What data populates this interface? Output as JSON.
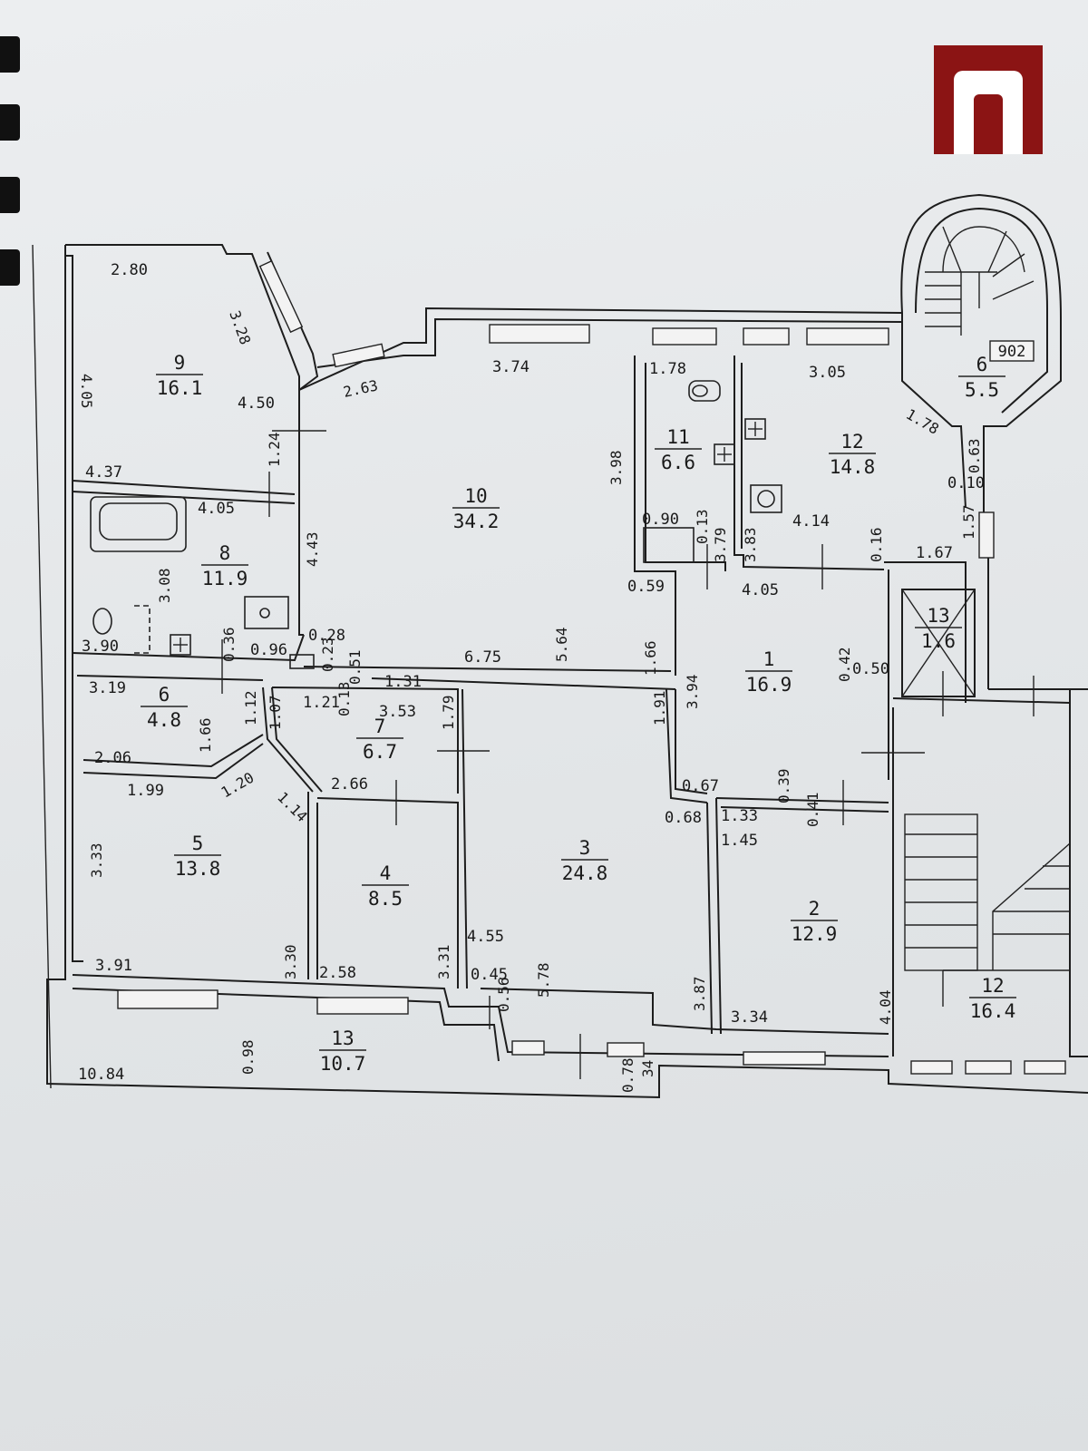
{
  "logo": {
    "name": "n-logo",
    "brand_color": "#8b1414"
  },
  "rooms": [
    {
      "id": "room-1",
      "number": "1",
      "area": "16.9"
    },
    {
      "id": "room-2",
      "number": "2",
      "area": "12.9"
    },
    {
      "id": "room-3",
      "number": "3",
      "area": "24.8"
    },
    {
      "id": "room-4",
      "number": "4",
      "area": "8.5"
    },
    {
      "id": "room-5",
      "number": "5",
      "area": "13.8"
    },
    {
      "id": "room-6",
      "number": "6",
      "area": "4.8"
    },
    {
      "id": "room-7",
      "number": "7",
      "area": "6.7"
    },
    {
      "id": "room-8",
      "number": "8",
      "area": "11.9"
    },
    {
      "id": "room-9",
      "number": "9",
      "area": "16.1"
    },
    {
      "id": "room-10",
      "number": "10",
      "area": "34.2"
    },
    {
      "id": "room-11",
      "number": "11",
      "area": "6.6"
    },
    {
      "id": "room-12",
      "number": "12",
      "area": "14.8"
    },
    {
      "id": "room-13",
      "number": "13",
      "area": "1.6"
    },
    {
      "id": "stair-6",
      "number": "6",
      "area": "5.5"
    },
    {
      "id": "stair-12",
      "number": "12",
      "area": "16.4"
    },
    {
      "id": "balcony-13",
      "number": "13",
      "area": "10.7"
    }
  ],
  "stair_tag": "902",
  "dimensions": {
    "d280": "2.80",
    "d328": "3.28",
    "d405a": "4.05",
    "d450": "4.50",
    "d437": "4.37",
    "d124": "1.24",
    "d263": "2.63",
    "d374": "3.74",
    "d178a": "1.78",
    "d305": "3.05",
    "d178b": "1.78",
    "d398": "3.98",
    "d405b": "4.05",
    "d308": "3.08",
    "d443": "4.43",
    "d390": "3.90",
    "d036": "0.36",
    "d096": "0.96",
    "d028": "0.28",
    "d675": "6.75",
    "d564": "5.64",
    "d166a": "1.66",
    "d059": "0.59",
    "d090": "0.90",
    "d013a": "0.13",
    "d379": "3.79",
    "d383": "3.83",
    "d414": "4.14",
    "d016": "0.16",
    "d167": "1.67",
    "d157": "1.57",
    "d010": "0.10",
    "d063": "0.63",
    "d405c": "4.05",
    "d319": "3.19",
    "d112": "1.12",
    "d166b": "1.66",
    "d206": "2.06",
    "d199": "1.99",
    "d120": "1.20",
    "d107": "1.07",
    "d121": "1.21",
    "d013b": "0.13",
    "d023": "0.23",
    "d051": "0.51",
    "d131": "1.31",
    "d353": "3.53",
    "d179": "1.79",
    "d114": "1.14",
    "d266": "2.66",
    "d394": "3.94",
    "d191": "1.91",
    "d042": "0.42",
    "d050": "0.50",
    "d067": "0.67",
    "d068": "0.68",
    "d133": "1.33",
    "d145": "1.45",
    "d039": "0.39",
    "d041": "0.41",
    "d333": "3.33",
    "d391": "3.91",
    "d330": "3.30",
    "d258": "2.58",
    "d331": "3.31",
    "d455": "4.55",
    "d045": "0.45",
    "d578": "5.78",
    "d056": "0.56",
    "d387": "3.87",
    "d334": "3.34",
    "d404": "4.04",
    "d1084": "10.84",
    "d098": "0.98",
    "d078": "0.78",
    "d034": "34"
  }
}
